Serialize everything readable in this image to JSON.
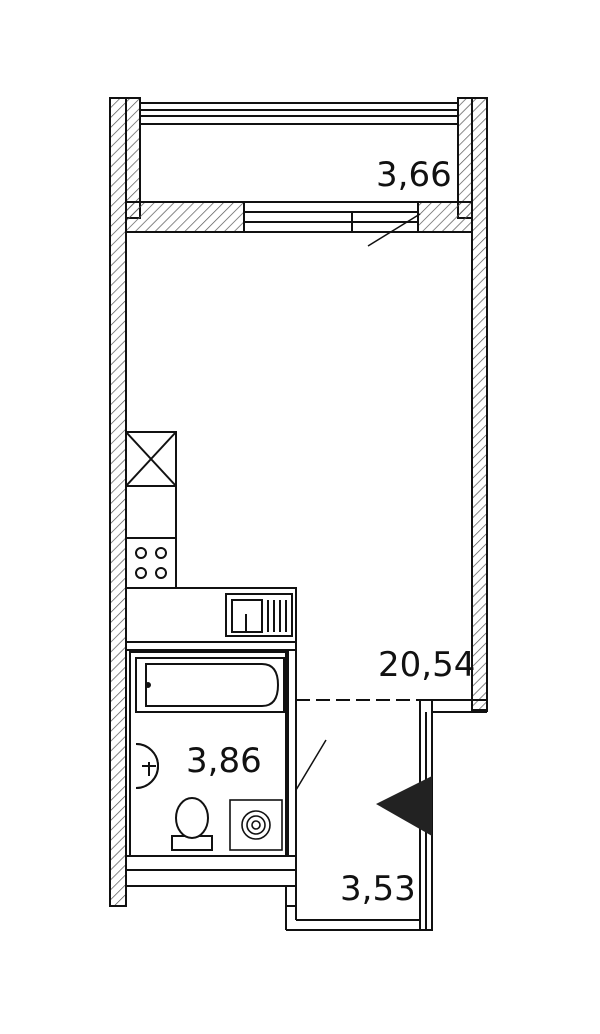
{
  "rooms": {
    "balcony": {
      "area": "3,66"
    },
    "living": {
      "area": "20,54"
    },
    "bathroom": {
      "area": "3,86"
    },
    "hall": {
      "area": "3,53"
    }
  },
  "colors": {
    "line": "#111111",
    "hatch": "#555555",
    "wall_fill": "#ffffff",
    "entrance_marker": "#222222"
  },
  "icons": [
    "cross-box-icon",
    "stove-icon",
    "sink-icon",
    "bathtub-icon",
    "washbasin-icon",
    "toilet-icon",
    "boiler-icon",
    "entrance-arrow-icon"
  ]
}
